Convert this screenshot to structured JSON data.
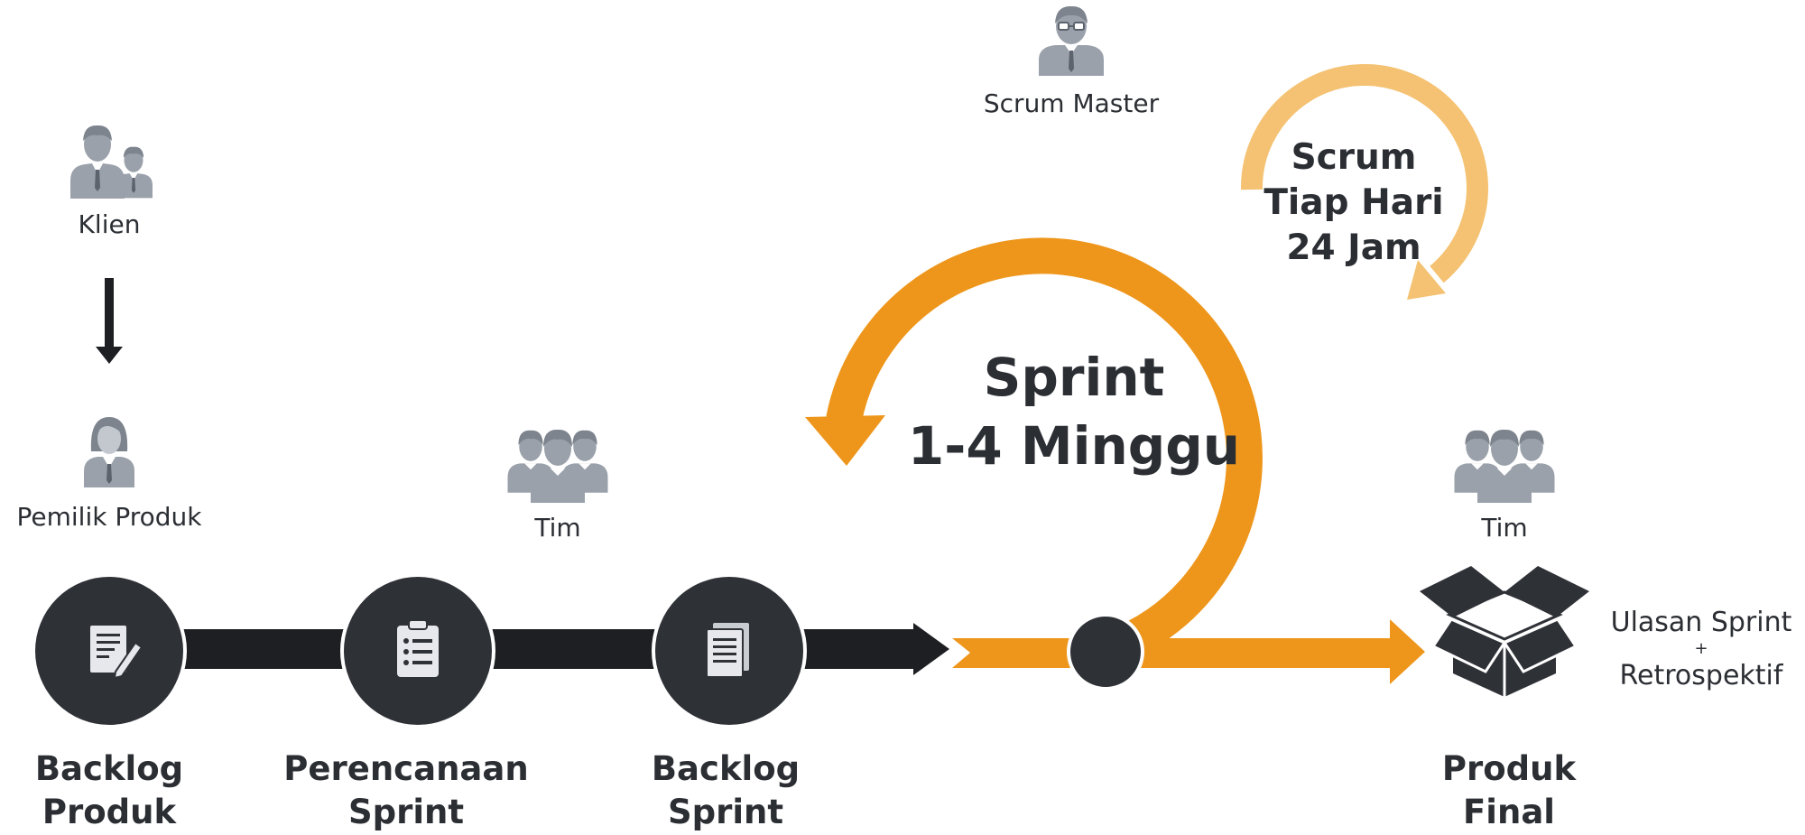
{
  "roles": {
    "client": "Klien",
    "product_owner": "Pemilik Produk",
    "scrum_master": "Scrum Master",
    "team_left": "Tim",
    "team_right": "Tim"
  },
  "stages": {
    "product_backlog": [
      "Backlog",
      "Produk"
    ],
    "sprint_planning": [
      "Perencanaan",
      "Sprint"
    ],
    "sprint_backlog": [
      "Backlog",
      "Sprint"
    ],
    "final_product": [
      "Produk",
      "Final"
    ]
  },
  "sprint_cycle": [
    "Sprint",
    "1-4 Minggu"
  ],
  "daily_scrum": [
    "Scrum",
    "Tiap Hari",
    "24 Jam"
  ],
  "review": {
    "line1": "Ulasan Sprint",
    "plus": "+",
    "line2": "Retrospektif"
  },
  "colors": {
    "dark": "#2e3136",
    "black": "#1d1f22",
    "orange": "#ee961b",
    "light_orange": "#f4c272",
    "person_gray": "#9aa1ab"
  },
  "icons": {
    "client": "two-persons-icon",
    "product_owner": "woman-icon",
    "scrum_master": "man-glasses-icon",
    "team": "group-icon",
    "product_backlog": "document-pen-icon",
    "sprint_planning": "clipboard-list-icon",
    "sprint_backlog": "documents-stack-icon",
    "final_product": "open-box-icon"
  }
}
